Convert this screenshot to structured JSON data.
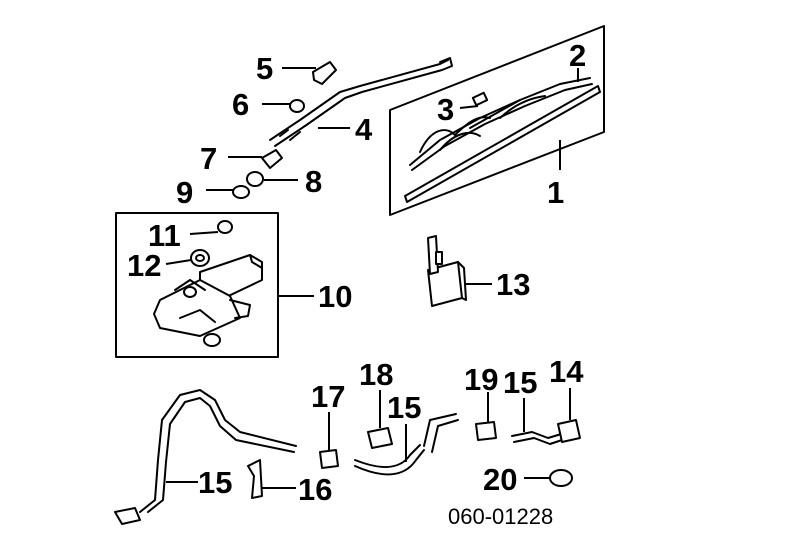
{
  "callouts": [
    {
      "id": "c1",
      "text": "1"
    },
    {
      "id": "c2",
      "text": "2"
    },
    {
      "id": "c3",
      "text": "3"
    },
    {
      "id": "c4",
      "text": "4"
    },
    {
      "id": "c5",
      "text": "5"
    },
    {
      "id": "c6",
      "text": "6"
    },
    {
      "id": "c7",
      "text": "7"
    },
    {
      "id": "c8",
      "text": "8"
    },
    {
      "id": "c9",
      "text": "9"
    },
    {
      "id": "c10",
      "text": "10"
    },
    {
      "id": "c11",
      "text": "11"
    },
    {
      "id": "c12",
      "text": "12"
    },
    {
      "id": "c13",
      "text": "13"
    },
    {
      "id": "c14",
      "text": "14"
    },
    {
      "id": "c15a",
      "text": "15"
    },
    {
      "id": "c15b",
      "text": "15"
    },
    {
      "id": "c15c",
      "text": "15"
    },
    {
      "id": "c16",
      "text": "16"
    },
    {
      "id": "c17",
      "text": "17"
    },
    {
      "id": "c18",
      "text": "18"
    },
    {
      "id": "c19",
      "text": "19"
    },
    {
      "id": "c20",
      "text": "20"
    }
  ],
  "diagram_code": "060-01228"
}
